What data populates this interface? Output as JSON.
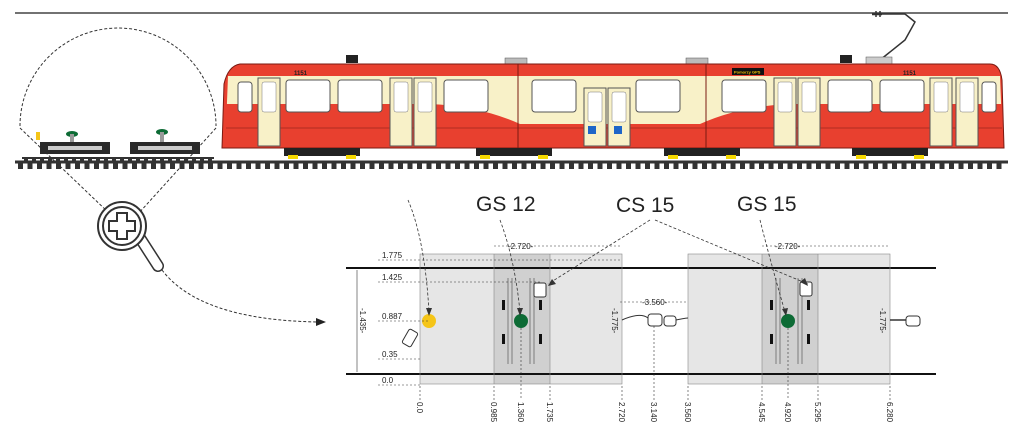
{
  "tram": {
    "fleet_number_front": "1151",
    "fleet_number_rear": "1151",
    "destination_display": "Pomorzy GPS"
  },
  "labels": {
    "gs12": "GS 12",
    "cs15": "CS 15",
    "gs15": "GS 15"
  },
  "dimensions": {
    "top_a": "-2.720-",
    "top_b": "-2.720-",
    "mid": "-3.560-",
    "vertical_left": "-1.435-",
    "vertical_mid": "-1.775-",
    "vertical_right": "-1.775-",
    "y_ticks": [
      "1.775",
      "1.425",
      "0.887",
      "0.35",
      "0.0"
    ],
    "x_ticks": [
      "0.0",
      "0.985",
      "1.360",
      "1.735",
      "2.720",
      "3.140",
      "3.560",
      "4.545",
      "4.920",
      "5.295",
      "6.280"
    ]
  },
  "colors": {
    "tram_red": "#e8402f",
    "tram_cream": "#f8f1c8",
    "sensor_yellow": "#f5c518",
    "sensor_green": "#0d6b35",
    "plate_grey": "#e6e6e6"
  },
  "icons": [
    "zoom-in-icon",
    "sensor-yellow-icon",
    "sensor-green-icon"
  ]
}
